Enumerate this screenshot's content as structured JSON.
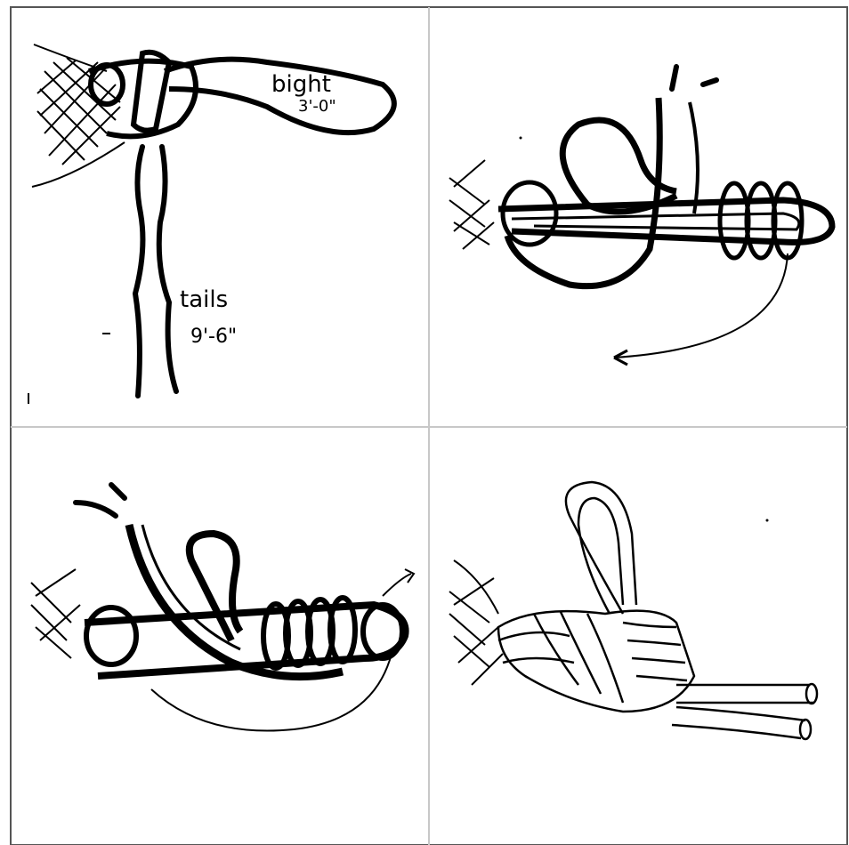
{
  "panels": [
    {
      "id": "step-1",
      "labels": {
        "bight_word": "bight",
        "bight_length": "3'-0\"",
        "tails_word": "tails",
        "tails_length": "9'-6\""
      }
    },
    {
      "id": "step-2"
    },
    {
      "id": "step-3"
    },
    {
      "id": "step-4"
    }
  ],
  "colors": {
    "ink": "#000000",
    "grid": "#c8c8c8",
    "border": "#555555",
    "paper": "#ffffff"
  }
}
